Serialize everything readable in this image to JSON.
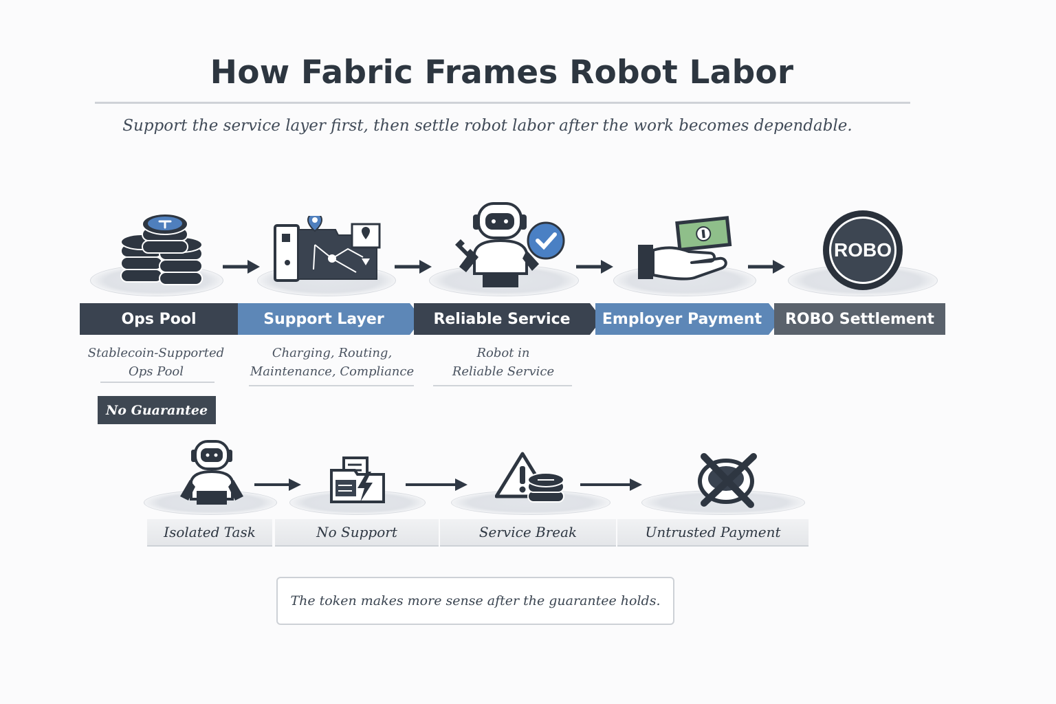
{
  "title": "How Fabric Frames Robot Labor",
  "subtitle": "Support the service layer first, then settle robot labor after the work becomes dependable.",
  "top_flow": [
    {
      "label": "Ops Pool",
      "icon": "coin-stack-icon",
      "caption_lines": [
        "Stablecoin-Supported",
        "Ops Pool"
      ]
    },
    {
      "label": "Support Layer",
      "icon": "routing-map-icon",
      "caption_lines": [
        "Charging, Routing,",
        "Maintenance, Compliance"
      ]
    },
    {
      "label": "Reliable Service",
      "icon": "robot-checkmark-icon",
      "caption_lines": [
        "Robot in",
        "Reliable Service"
      ]
    },
    {
      "label": "Employer Payment",
      "icon": "hand-payment-icon"
    },
    {
      "label": "ROBO Settlement",
      "icon": "robo-token-icon",
      "token_text": "ROBO"
    }
  ],
  "badge": "No Guarantee",
  "bottom_flow": [
    {
      "label": "Isolated Task",
      "icon": "robot-icon"
    },
    {
      "label": "No Support",
      "icon": "broken-document-icon"
    },
    {
      "label": "Service Break",
      "icon": "warning-coin-icon"
    },
    {
      "label": "Untrusted Payment",
      "icon": "crossed-coin-icon"
    }
  ],
  "note": "The token makes more sense after the guarantee holds.",
  "colors": {
    "dark": "#3a4350",
    "blue": "#5d87b7",
    "slate": "#5a626c",
    "accent": "#4a80c4"
  }
}
